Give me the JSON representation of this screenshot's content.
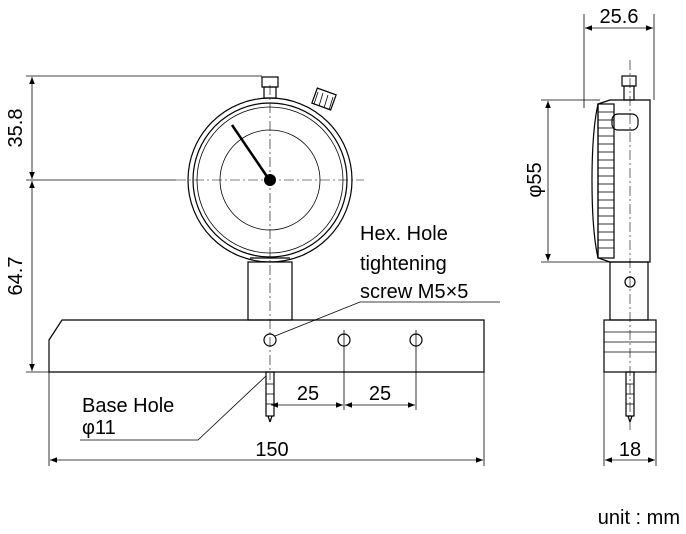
{
  "dimensions": {
    "front_top_height": "35.8",
    "front_lower_height": "64.7",
    "side_dial_width": "25.6",
    "side_dial_diameter": "φ55",
    "base_width": "150",
    "hole_spacing_1": "25",
    "hole_spacing_2": "25",
    "side_base_width": "18"
  },
  "annotations": {
    "hex_hole_line1": "Hex. Hole",
    "hex_hole_line2": "tightening",
    "hex_hole_line3": "screw M5×5",
    "base_hole_line1": "Base Hole",
    "base_hole_line2": "φ11"
  },
  "unit_note": "unit : mm"
}
